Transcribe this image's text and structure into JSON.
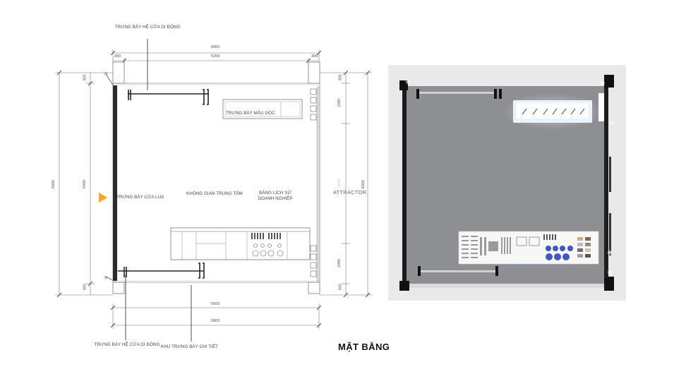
{
  "labels": {
    "top_mobile": "TRƯNG BÀY HỆ CỬA DI ĐỘNG",
    "corner_sample": "TRƯNG BÀY MẪU GÓC",
    "swing_door": "TRƯNG BÀY CỬA LÙA",
    "central_space": "KHÔNG GIAN TRUNG TÂM",
    "history_board": "BẢNG LỊCH SỬ DOANH NGHIỆP",
    "attractor": "ATTRACTOR",
    "bottom_mobile": "TRƯNG BÀY HỆ CỬA DI ĐỘNG",
    "detail_area": "KHU TRƯNG BÀY CHI TIẾT"
  },
  "dimensions": {
    "top_overall": "5800",
    "top_left": "300",
    "top_mid": "5200",
    "top_right": "300",
    "bottom_inner": "5600",
    "bottom_overall": "5800",
    "left_outer": "6000",
    "left_inner": "5400",
    "left_top": "300",
    "left_bottom": "300",
    "right_top": "300",
    "right_upper": "1080",
    "right_mid": "3240",
    "right_lower": "1080",
    "right_bottom": "300",
    "right_outer": "6000"
  },
  "caption": "MẶT BẰNG",
  "colors": {
    "accent_arrow": "#f5a623",
    "floor": "#8a8b8e",
    "light_blue": "#3b57c9"
  }
}
